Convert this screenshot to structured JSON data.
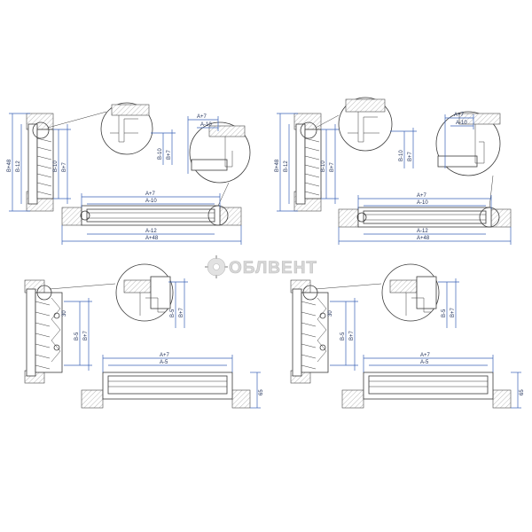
{
  "logo": {
    "text": "ОБЛВЕНТ"
  },
  "panels": [
    {
      "id": "top-left",
      "labels": {
        "section_height_outer": "B+48",
        "section_height_mid": "B-12",
        "section_height_inner1": "B-10",
        "section_height_inner2": "B+7",
        "detail_height1": "B-10",
        "detail_height2": "B+7",
        "detail_width1": "A+7",
        "detail_width2": "A-10",
        "plan_width1": "A+7",
        "plan_width2": "A-10",
        "plan_width3": "A-12",
        "plan_width4": "A+48"
      }
    },
    {
      "id": "top-right",
      "labels": {
        "section_height_outer": "B+48",
        "section_height_mid": "B-12",
        "section_height_inner1": "B-10",
        "section_height_inner2": "B+7",
        "detail_height1": "B-10",
        "detail_height2": "B+7",
        "detail_width1": "A+7",
        "detail_width2": "A-10",
        "plan_width1": "A+7",
        "plan_width2": "A-10",
        "plan_width3": "A-12",
        "plan_width4": "A+48"
      }
    },
    {
      "id": "bottom-left",
      "labels": {
        "section_height1": "B-5",
        "section_height2": "B+7",
        "detail_height1": "B-5",
        "detail_height2": "B+7",
        "plan_width1": "A+7",
        "plan_width2": "A-5",
        "plan_depth": "65",
        "angle_label": "30"
      }
    },
    {
      "id": "bottom-right",
      "labels": {
        "section_height1": "B-5",
        "section_height2": "B+7",
        "detail_height1": "B-5",
        "detail_height2": "B+7",
        "plan_width1": "A+7",
        "plan_width2": "A-5",
        "plan_depth": "65",
        "angle_label": "30"
      }
    }
  ]
}
